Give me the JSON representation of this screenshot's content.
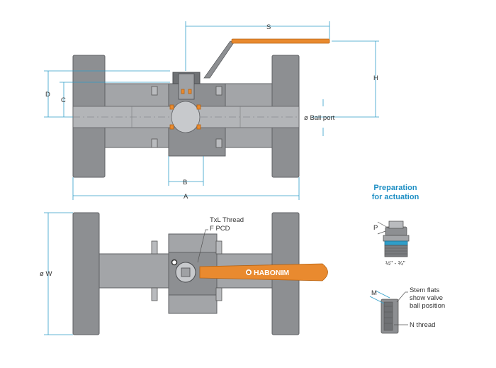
{
  "dimensions": {
    "S": "S",
    "H": "H",
    "D": "D",
    "C": "C",
    "B": "B",
    "A": "A",
    "W": "ø W",
    "ball_port": "ø Ball port"
  },
  "callouts": {
    "txl_thread": "TxL Thread",
    "f_pcd": "F PCD",
    "p": "P",
    "size": "½\" - ¾\"",
    "m": "M",
    "stem_flats_1": "Stem flats",
    "stem_flats_2": "show valve",
    "stem_flats_3": "ball position",
    "n_thread": "N thread"
  },
  "actuation": {
    "title_1": "Preparation",
    "title_2": "for actuation"
  },
  "brand": {
    "name": "HABONIM"
  },
  "colors": {
    "dimension_line": "#2f9ec9",
    "handle_orange": "#e98a2f",
    "body_grey": "#8d8f92",
    "title_blue": "#1f8fc4"
  },
  "icons": {
    "logo": "habonim-logo-icon"
  }
}
